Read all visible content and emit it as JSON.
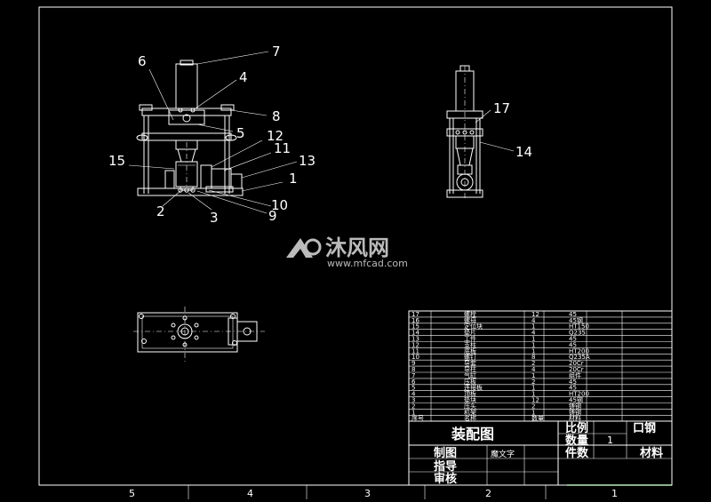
{
  "callouts": [
    "1",
    "2",
    "3",
    "4",
    "5",
    "6",
    "7",
    "8",
    "9",
    "10",
    "11",
    "12",
    "13",
    "14",
    "15",
    "17"
  ],
  "ruler": [
    "5",
    "4",
    "3",
    "2",
    "1"
  ],
  "watermark": {
    "brand": "沐风网",
    "url": "www.mfcad.com"
  },
  "title_block": {
    "title": "装配图",
    "ratio_label": "比例",
    "qty_label": "数量",
    "qty_value": "1",
    "count_label": "件数",
    "material_label": "材料",
    "steel_label": "口钢",
    "drawn_label": "制图",
    "drawn_name": "魔文字",
    "guide_label": "指导",
    "review_label": "审核"
  },
  "bom_header": {
    "no": "序号",
    "name": "名称",
    "qty": "数量",
    "mat": "材料"
  },
  "bom": [
    {
      "no": "17",
      "name": "螺栓",
      "qty": "12",
      "mat": "45"
    },
    {
      "no": "16",
      "name": "螺母",
      "qty": "4",
      "mat": "45钢"
    },
    {
      "no": "15",
      "name": "定位块",
      "qty": "1",
      "mat": "HT150"
    },
    {
      "no": "14",
      "name": "垫片",
      "qty": "4",
      "mat": "Q235"
    },
    {
      "no": "13",
      "name": "工件",
      "qty": "1",
      "mat": "45"
    },
    {
      "no": "12",
      "name": "支柱",
      "qty": "1",
      "mat": "45"
    },
    {
      "no": "11",
      "name": "底板",
      "qty": "1",
      "mat": "HT200"
    },
    {
      "no": "10",
      "name": "螺钉",
      "qty": "8",
      "mat": "Q235A"
    },
    {
      "no": "9",
      "name": "导套",
      "qty": "2",
      "mat": "20Cr"
    },
    {
      "no": "8",
      "name": "导柱",
      "qty": "4",
      "mat": "20Cr"
    },
    {
      "no": "7",
      "name": "气缸",
      "qty": "1",
      "mat": "组件"
    },
    {
      "no": "6",
      "name": "压板",
      "qty": "2",
      "mat": "45"
    },
    {
      "no": "5",
      "name": "连接板",
      "qty": "1",
      "mat": "45"
    },
    {
      "no": "4",
      "name": "顶板",
      "qty": "1",
      "mat": "HT200"
    },
    {
      "no": "3",
      "name": "垫块",
      "qty": "12",
      "mat": "45钢"
    },
    {
      "no": "2",
      "name": "压头",
      "qty": "2",
      "mat": "铸钢"
    },
    {
      "no": "1",
      "name": "机架",
      "qty": "1",
      "mat": "铸钢"
    }
  ]
}
